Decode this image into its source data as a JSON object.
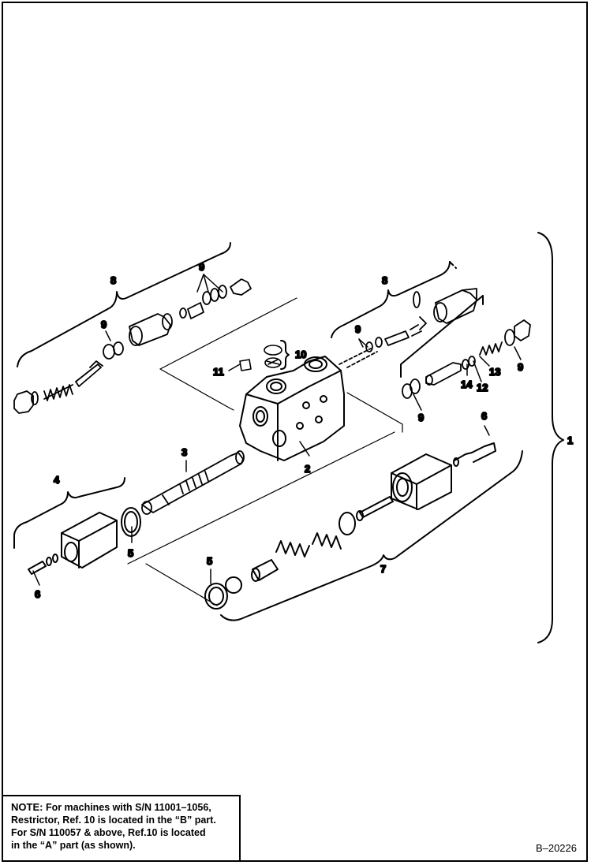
{
  "callouts": {
    "c1": "1",
    "c2": "2",
    "c3": "3",
    "c4": "4",
    "c5a": "5",
    "c5b": "5",
    "c6a": "6",
    "c6b": "6",
    "c7": "7",
    "c8a": "8",
    "c8b": "8",
    "c9a": "9",
    "c9b": "9",
    "c9c": "9",
    "c9d": "9",
    "c9e": "9",
    "c10": "10",
    "c11": "11",
    "c12": "12",
    "c13": "13",
    "c14": "14"
  },
  "note": {
    "label": "NOTE:",
    "line1": "For machines with S/N 11001–1056,",
    "line2": "Restrictor, Ref. 10 is located in the “B” part.",
    "line3": "For S/N 110057 & above, Ref.10 is located",
    "line4": "in the “A” part (as shown)."
  },
  "drawing_number": "B–20226"
}
